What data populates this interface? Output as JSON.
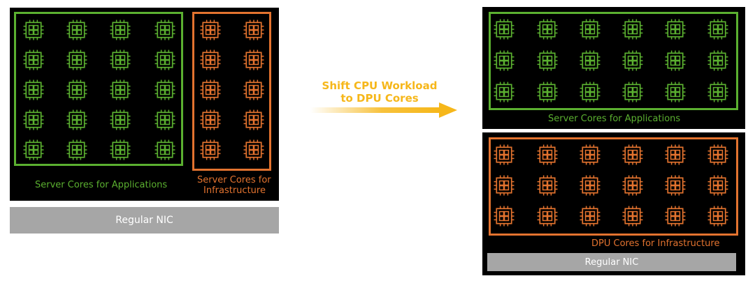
{
  "left": {
    "app_label": "Server Cores for Applications",
    "infra_label_line1": "Server Cores for",
    "infra_label_line2": "Infrastructure",
    "nic_label": "Regular NIC"
  },
  "arrow": {
    "line1": "Shift CPU Workload",
    "line2": "to DPU Cores"
  },
  "right": {
    "app_label": "Server Cores for Applications",
    "dpu_label": "DPU Cores for Infrastructure",
    "nic_label": "Regular NIC"
  },
  "colors": {
    "app": "#5bb030",
    "infra": "#e3732f",
    "arrow": "#f6b71a",
    "nic": "#a6a6a6"
  }
}
